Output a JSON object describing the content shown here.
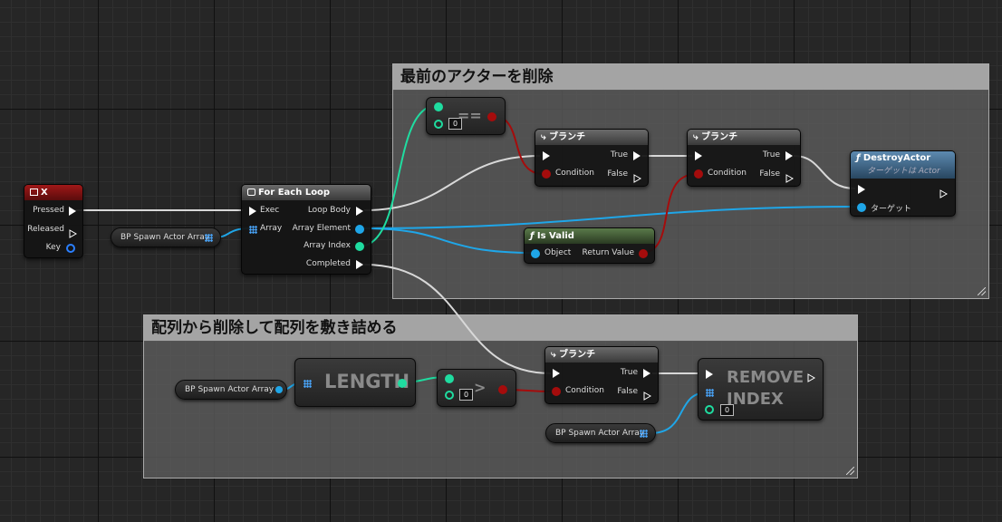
{
  "comments": {
    "top": {
      "title": "最前のアクターを削除"
    },
    "bottom": {
      "title": "配列から削除して配列を敷き詰める"
    }
  },
  "x_event": {
    "title": "X",
    "pins": {
      "pressed": "Pressed",
      "released": "Released",
      "key": "Key"
    }
  },
  "var_top": {
    "label": "BP Spawn Actor Array"
  },
  "var_bottom_left": {
    "label": "BP Spawn Actor Array"
  },
  "var_bottom_right": {
    "label": "BP Spawn Actor Array"
  },
  "foreach": {
    "title": "For Each Loop",
    "pins": {
      "exec": "Exec",
      "array": "Array",
      "loop_body": "Loop Body",
      "array_element": "Array Element",
      "array_index": "Array Index",
      "completed": "Completed"
    }
  },
  "equals": {
    "symbol": "==",
    "input_value": "0"
  },
  "branch1": {
    "title": "ブランチ",
    "pins": {
      "condition": "Condition",
      "true": "True",
      "false": "False"
    }
  },
  "branch2": {
    "title": "ブランチ",
    "pins": {
      "condition": "Condition",
      "true": "True",
      "false": "False"
    }
  },
  "branch3": {
    "title": "ブランチ",
    "pins": {
      "condition": "Condition",
      "true": "True",
      "false": "False"
    }
  },
  "destroy": {
    "title": "DestroyActor",
    "subtitle": "ターゲットは Actor",
    "pins": {
      "target": "ターゲット"
    }
  },
  "isvalid": {
    "title": "Is Valid",
    "pins": {
      "object": "Object",
      "return_value": "Return Value"
    }
  },
  "length": {
    "label": "LENGTH"
  },
  "greater": {
    "symbol": ">",
    "input_value": "0"
  },
  "remove": {
    "line1": "REMOVE",
    "line2": "INDEX",
    "input_value": "0"
  },
  "colors": {
    "exec": "#ffffff",
    "object": "#1fa6e8",
    "integer": "#1fdca0",
    "boolean": "#9a0a0a"
  }
}
